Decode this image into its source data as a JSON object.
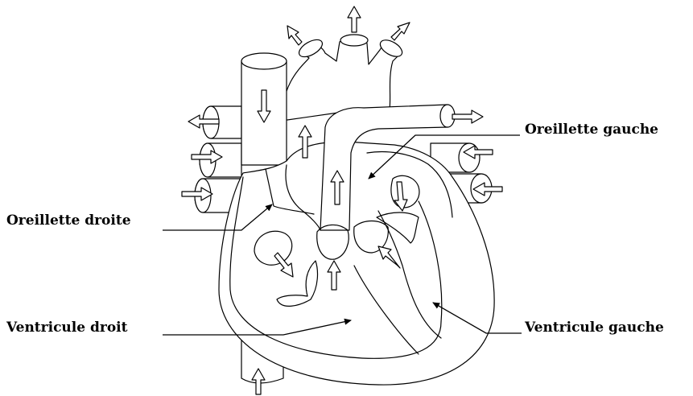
{
  "labels": {
    "right_atrium": "Oreillette droite",
    "left_atrium": "Oreillette gauche",
    "right_ventricle": "Ventricule droit",
    "left_ventricle": "Ventricule gauche"
  },
  "colors": {
    "stroke": "#000000",
    "background": "#ffffff"
  },
  "flow_arrow_icons": [
    "hollow-flow-arrow-icon"
  ]
}
